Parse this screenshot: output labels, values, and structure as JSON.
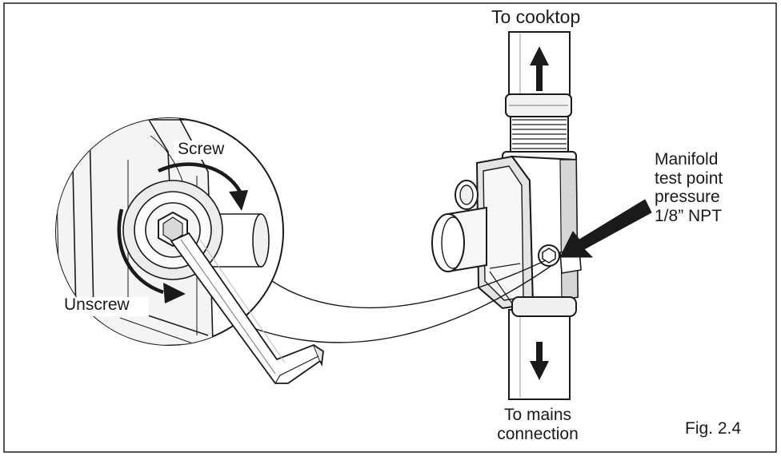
{
  "labels": {
    "to_cooktop": "To cooktop",
    "manifold_lines": [
      "Manifold",
      "test point",
      "pressure",
      "1/8” NPT"
    ],
    "screw": "Screw",
    "unscrew": "Unscrew",
    "to_mains_lines": [
      "To mains",
      "connection"
    ],
    "figure": "Fig. 2.4"
  },
  "colors": {
    "stroke": "#1a1a1a",
    "shade": "#c8c8c8",
    "light": "#eeeeee",
    "background": "#ffffff"
  }
}
